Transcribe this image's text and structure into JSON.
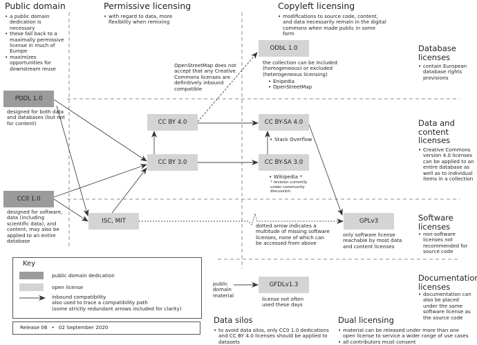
{
  "columns": {
    "public_domain": {
      "title": "Public domain",
      "bullets": [
        "a public domain dedication is necessary",
        "these fall back to a maximally permissive license in much of Europe",
        "maximizes opportunities for downstream reuse"
      ]
    },
    "permissive": {
      "title": "Permissive licensing",
      "bullets": [
        "with regard to data, more flexibility when remixing"
      ]
    },
    "copyleft": {
      "title": "Copyleft licensing",
      "bullets": [
        "modifications to source code, content, and data necessarily remain in the digital commons when made public in some form"
      ]
    }
  },
  "rows": {
    "database": {
      "title": "Database licenses",
      "bullets": [
        "contain European database rights provisions"
      ]
    },
    "data_content": {
      "title": "Data and content licenses",
      "bullets": [
        "Creative Commons version 4.0 licenses can be applied to an entire database as well as to individual items in a collection"
      ]
    },
    "software": {
      "title": "Software licenses",
      "bullets": [
        "non-software licenses not recommended for source code"
      ]
    },
    "documentation": {
      "title": "Documentation licenses",
      "bullets": [
        "documentation can also be placed under the same software license as the source code"
      ]
    }
  },
  "licenses": {
    "pddl": {
      "label": "PDDL 1.0",
      "note": "designed for both data and databases (but not for content)"
    },
    "cc0": {
      "label": "CC0 1.0",
      "note": "designed for software, data (including scientific data), and content, may also be applied to an entire database"
    },
    "ccby4": {
      "label": "CC BY 4.0"
    },
    "ccby3": {
      "label": "CC BY 3.0"
    },
    "iscmit": {
      "label": "ISC, MIT"
    },
    "odbl": {
      "label": "ODbL 1.0",
      "note": "the collection can be included (homogeneous) or excluded (heterogeneous licensing)",
      "examples": [
        "Enipedia",
        "OpenStreetMap"
      ]
    },
    "ccbysa4": {
      "label": "CC BY-SA 4.0",
      "examples": [
        "Stack Overflow"
      ]
    },
    "ccbysa3": {
      "label": "CC BY-SA 3.0",
      "examples": [
        "Wikipedia *"
      ],
      "footnote": "* revision currently under community discussion"
    },
    "gplv3": {
      "label": "GPLv3",
      "note": "only software license reachable by most data and content licenses"
    },
    "gfdl": {
      "label": "GFDLv1.3",
      "note": "license not often used these days",
      "source": "public domain material"
    }
  },
  "annotations": {
    "osm": "OpenStreetMap does not accept that any Creative Commons licenses are definitively inbound compatible",
    "dotted": "dotted arrow indicates a multitude of missing software licenses, none of which can be accessed from above"
  },
  "key": {
    "title": "Key",
    "items": [
      {
        "label": "public domain dedication",
        "color": "#9b9b9b"
      },
      {
        "label": "open license",
        "color": "#d4d4d4"
      },
      {
        "label": "inbound compatibility",
        "sub": "also used to trace a compatibility path",
        "sub2": "(some strictly redundant arrows included for clarity)"
      }
    ]
  },
  "release": {
    "version": "Release 06",
    "sep": "•",
    "date": "02 September 2020"
  },
  "data_silos": {
    "title": "Data silos",
    "bullets": [
      "to avoid data silos, only CC0 1.0 dedications and CC BY 4.0 licenses should be applied to datasets"
    ]
  },
  "dual": {
    "title": "Dual licensing",
    "bullets": [
      "material can be released under more than one open license to service a wider range of use cases",
      "all contributors must consent"
    ]
  },
  "colors": {
    "public_domain": "#9b9b9b",
    "open_license": "#d4d4d4",
    "line": "#444444"
  }
}
